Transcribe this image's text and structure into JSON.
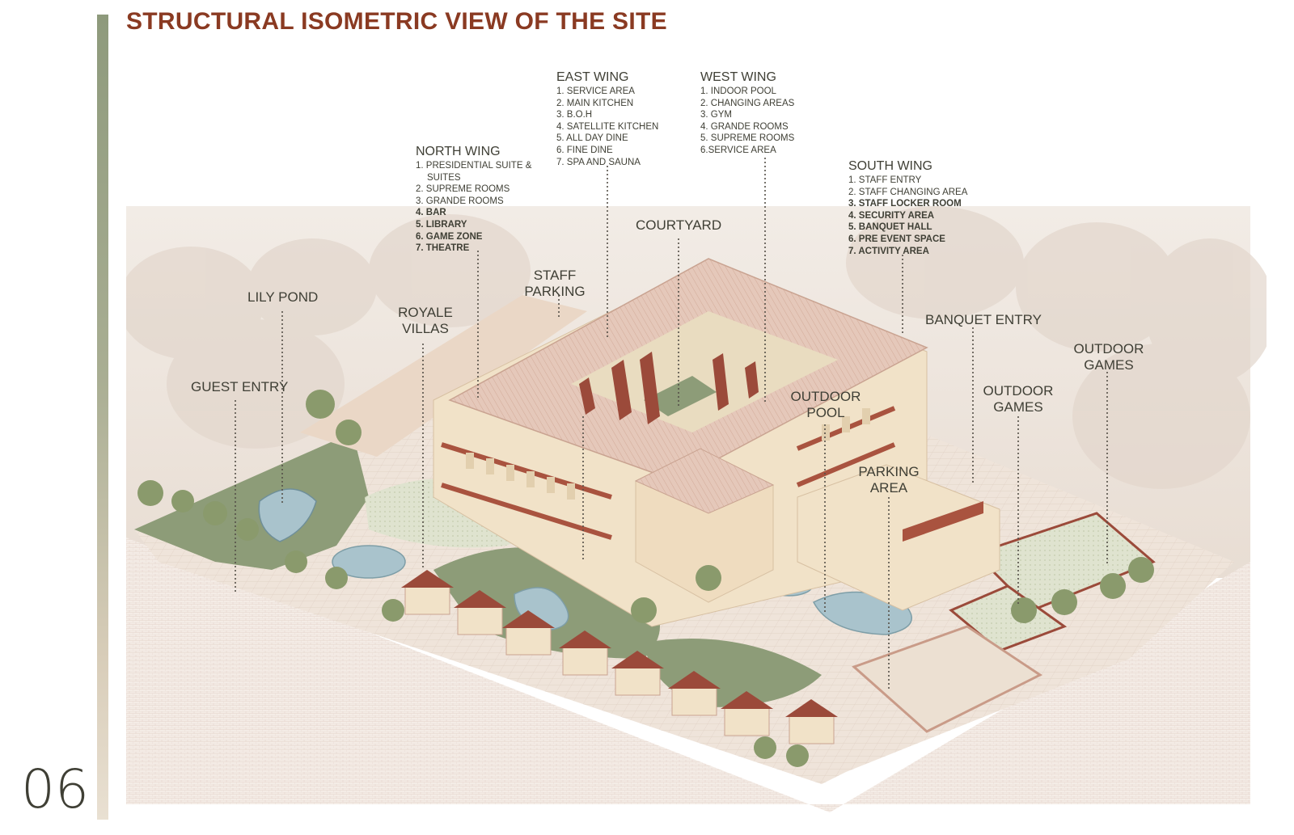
{
  "page": {
    "title": "STRUCTURAL ISOMETRIC VIEW OF THE SITE",
    "page_number": "06"
  },
  "wings": {
    "north": {
      "title": "NORTH WING",
      "items": [
        "1. PRESIDENTIAL SUITE &",
        "SUITES",
        "2. SUPREME ROOMS",
        "3. GRANDE ROOMS",
        "4. BAR",
        "5. LIBRARY",
        "6. GAME ZONE",
        "7. THEATRE"
      ]
    },
    "east": {
      "title": "EAST WING",
      "items": [
        "1. SERVICE AREA",
        "2. MAIN KITCHEN",
        "3. B.O.H",
        "4. SATELLITE KITCHEN",
        "5. ALL DAY DINE",
        "6. FINE DINE",
        "7. SPA AND SAUNA"
      ]
    },
    "west": {
      "title": "WEST WING",
      "items": [
        "1. INDOOR POOL",
        "2. CHANGING AREAS",
        "3. GYM",
        "4. GRANDE ROOMS",
        "5. SUPREME ROOMS",
        "6.SERVICE AREA"
      ]
    },
    "south": {
      "title": "SOUTH WING",
      "items": [
        "1. STAFF ENTRY",
        "2. STAFF CHANGING AREA",
        "3. STAFF LOCKER ROOM",
        "4. SECURITY AREA",
        "5. BANQUET HALL",
        "6. PRE EVENT SPACE",
        "7. ACTIVITY AREA"
      ]
    }
  },
  "labels": {
    "courtyard": "COURTYARD",
    "staff_parking": "STAFF PARKING",
    "lily_pond": "LILY POND",
    "royale_villas": "ROYALE VILLAS",
    "guest_entry": "GUEST ENTRY",
    "banquet_entry": "BANQUET ENTRY",
    "outdoor_games_1": "OUTDOOR GAMES",
    "outdoor_games_2": "OUTDOOR GAMES",
    "outdoor_pool": "OUTDOOR POOL",
    "parking_area": "PARKING AREA"
  },
  "colors": {
    "title": "#8a3a22",
    "roof": "#e3c6b8",
    "roof_dark": "#9b4a3a",
    "facade": "#f1e2c8",
    "lawn": "#8d9c78",
    "water": "#a9c3cc",
    "paving": "#efe6dc"
  }
}
